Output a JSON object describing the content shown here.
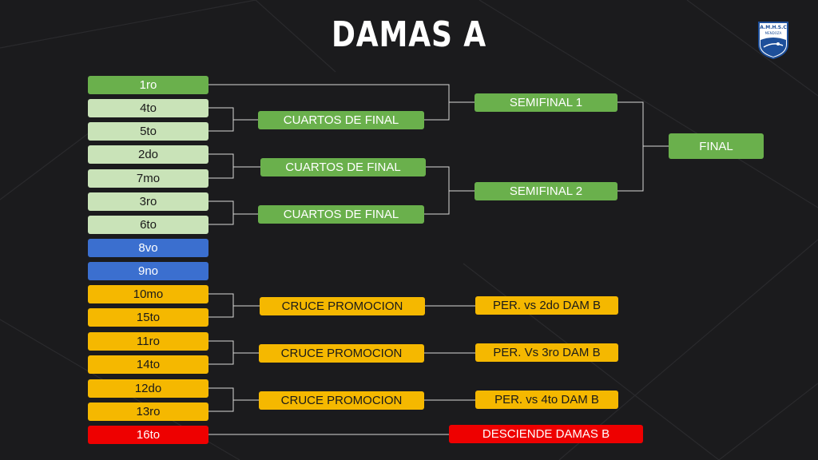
{
  "title": "DAMAS A",
  "logo": {
    "line1": "A.M.H.S.C",
    "line2": "MENDOZA"
  },
  "seeds": [
    "1ro",
    "4to",
    "5to",
    "2do",
    "7mo",
    "3ro",
    "6to",
    "8vo",
    "9no",
    "10mo",
    "15to",
    "11ro",
    "14to",
    "12do",
    "13ro",
    "16to"
  ],
  "rounds": {
    "cuartos": [
      "CUARTOS DE FINAL",
      "CUARTOS DE FINAL",
      "CUARTOS DE FINAL"
    ],
    "semis": [
      "SEMIFINAL 1",
      "SEMIFINAL 2"
    ],
    "final": "FINAL",
    "cruces": [
      "CRUCE PROMOCION",
      "CRUCE PROMOCION",
      "CRUCE PROMOCION"
    ],
    "promocion": [
      "PER. vs 2do DAM B",
      "PER. Vs 3ro DAM B",
      "PER. vs 4to DAM B"
    ],
    "desciende": "DESCIENDE DAMAS B"
  },
  "colors": {
    "green": "#6ab04c",
    "light_green": "#c9e3b8",
    "blue": "#3b6fcf",
    "yellow": "#f5b800",
    "red": "#ee0000"
  }
}
